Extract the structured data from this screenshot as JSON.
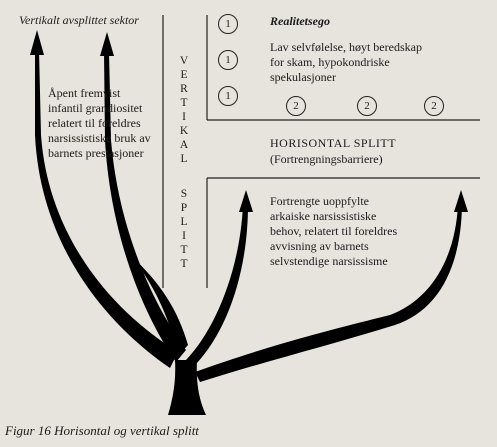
{
  "labels": {
    "vertical_sector": "Vertikalt avsplittet sektor",
    "open_text": [
      "Åpent fremvist",
      "infantil grandiositet",
      "relatert til foreldres",
      "narsissistiske bruk av",
      "barnets prestasjoner"
    ],
    "reality_ego": "Realitetsego",
    "reality_text": [
      "Lav selvfølelse, høyt beredskap",
      "for skam, hypokondriske",
      "spekulasjoner"
    ],
    "vertical_split_top": [
      "V",
      "E",
      "R",
      "T",
      "I",
      "K",
      "A",
      "L"
    ],
    "vertical_split_bottom": [
      "S",
      "P",
      "L",
      "I",
      "T",
      "T"
    ],
    "horizontal_split_title": "HORISONTAL SPLITT",
    "horizontal_split_sub": "(Fortrengningsbarriere)",
    "repressed_text": [
      "Fortrengte uoppfylte",
      "arkaiske narsissistiske",
      "behov, relatert til foreldres",
      "avvisning av barnets",
      "selvstendige narsissisme"
    ],
    "circle_one": "1",
    "circle_two": "2",
    "caption": "Figur 16 Horisontal og vertikal splitt"
  }
}
